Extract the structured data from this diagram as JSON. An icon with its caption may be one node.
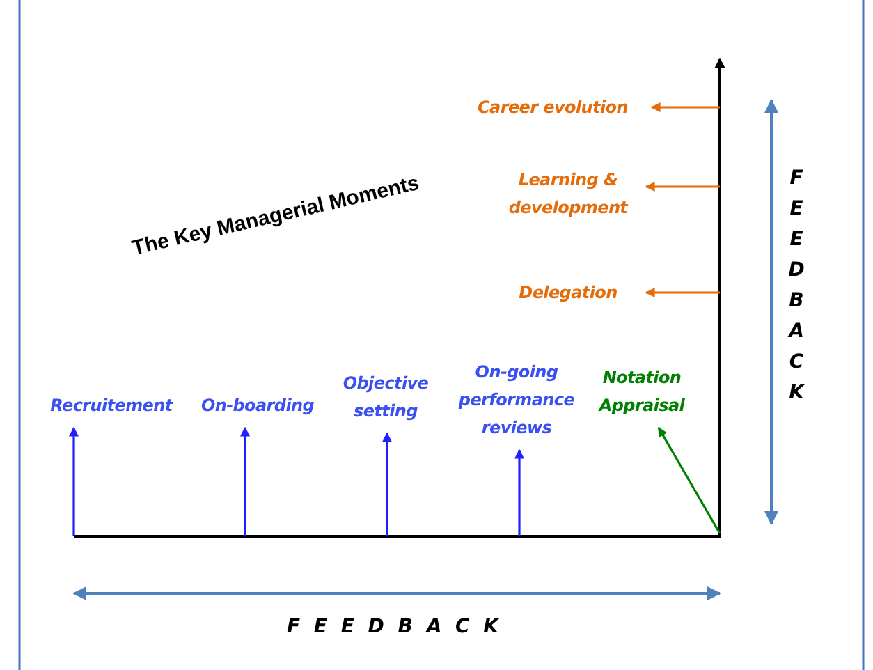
{
  "diagram": {
    "title": "The Key Managerial Moments",
    "nodes": [
      {
        "text": [
          "Career evolution"
        ]
      },
      {
        "text": [
          "Learning & development"
        ]
      },
      {
        "text": [
          "Delegation"
        ]
      },
      {
        "text": [
          "Recruitement"
        ]
      },
      {
        "text": [
          "On-boarding"
        ]
      },
      {
        "text": [
          "Objective setting"
        ]
      },
      {
        "text": [
          "On-going performance reviews"
        ]
      },
      {
        "text": [
          "Notation Appraisal"
        ]
      }
    ],
    "edges": [
      {
        "from": null,
        "to": 0,
        "arrow": "to",
        "color": "#e46c0a"
      },
      {
        "from": null,
        "to": 1,
        "arrow": "to",
        "color": "#e46c0a"
      },
      {
        "from": null,
        "to": 2,
        "arrow": "to",
        "color": "#e46c0a"
      },
      {
        "from": null,
        "to": 3,
        "arrow": "to"
      },
      {
        "from": null,
        "to": 4,
        "arrow": "to"
      },
      {
        "from": null,
        "to": 5,
        "arrow": "to"
      },
      {
        "from": null,
        "to": 6,
        "arrow": "to"
      },
      {
        "from": null,
        "to": 7,
        "arrow": "to",
        "color": "#008000"
      }
    ],
    "labels": [
      "FEEDBACK",
      "F E E D B A C K"
    ]
  }
}
